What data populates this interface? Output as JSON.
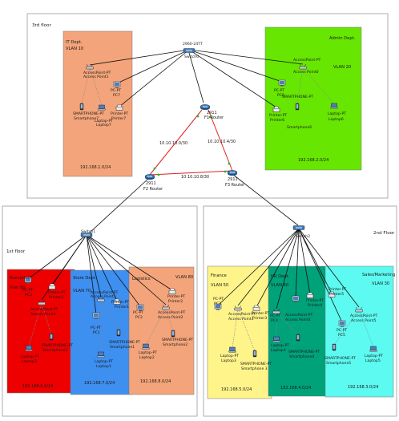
{
  "floors": {
    "third": "3rd floor",
    "first": "1st floor",
    "second": "2nd Floor"
  },
  "zones": [
    {
      "id": "itdept",
      "labels": [
        "IT Dept.",
        "VLAN 10"
      ],
      "subnet": "192.168.1.0/24",
      "color": "#f4a47a"
    },
    {
      "id": "admin",
      "labels": [
        "Admin Dept.",
        "VLAN 20"
      ],
      "subnet": "192.168.2.0/24",
      "color": "#66e600"
    },
    {
      "id": "reception",
      "labels": [
        "Reception",
        "Vlan 60"
      ],
      "subnet": "192.168.6.0/24",
      "color": "#ee0000"
    },
    {
      "id": "store",
      "labels": [
        "Store Dept.",
        "VLAN 70"
      ],
      "subnet": "192.168.7.0/24",
      "color": "#3d8ff0"
    },
    {
      "id": "logistics",
      "labels": [
        "Logistics",
        "VLAN 80"
      ],
      "subnet": "192.168.8.0/24",
      "color": "#f4a47a"
    },
    {
      "id": "finance",
      "labels": [
        "Finance",
        "VLAN 50"
      ],
      "subnet": "192.168.5.0/24",
      "color": "#fff48a"
    },
    {
      "id": "hr",
      "labels": [
        "HR Dept.",
        "VLAN 40"
      ],
      "subnet": "192.168.4.0/24",
      "color": "#00a27a"
    },
    {
      "id": "sales",
      "labels": [
        "Sales/Marketing",
        "VLAN 30"
      ],
      "subnet": "192.168.3.0/24",
      "color": "#5cfaf0"
    }
  ],
  "routers": [
    {
      "id": "F1",
      "labels": [
        "2911",
        "F1 Router"
      ]
    },
    {
      "id": "F2",
      "labels": [
        "2911",
        "F2 Router"
      ]
    },
    {
      "id": "F3",
      "labels": [
        "2911",
        "F3 Router"
      ]
    }
  ],
  "links": [
    "10.10.10.0/30",
    "10.10.10.4/30",
    "10.10.10.8/30"
  ],
  "switches": [
    {
      "id": "sw0",
      "labels": [
        "2960-24TT",
        "Switch0"
      ]
    },
    {
      "id": "sw1",
      "labels": [
        "Switch1"
      ]
    },
    {
      "id": "sw2",
      "labels": [
        "Switch2"
      ]
    }
  ],
  "devices": {
    "it": [
      {
        "id": "it-ap",
        "labels": [
          "AccessPoint-PT",
          "Access Point1"
        ]
      },
      {
        "id": "it-pc",
        "labels": [
          "PC-PT",
          "PC7"
        ]
      },
      {
        "id": "it-printer",
        "labels": [
          "Printer-PT",
          "Printer7"
        ]
      },
      {
        "id": "it-laptop",
        "labels": [
          "Laptop-PT",
          "Laptop7"
        ]
      },
      {
        "id": "it-phone",
        "labels": [
          "SMARTPHONE-PT",
          "Smartphone7"
        ]
      }
    ],
    "admin": [
      {
        "id": "ad-ap",
        "labels": [
          "AccessPoint-PT",
          "Access Point0"
        ]
      },
      {
        "id": "ad-pc",
        "labels": [
          "PC-PT",
          "PC6"
        ]
      },
      {
        "id": "ad-printer",
        "labels": [
          "Printer-PT",
          "Printer6"
        ]
      },
      {
        "id": "ad-phone",
        "labels": [
          "SMARTPHONE-PT",
          "Smartphone6"
        ]
      },
      {
        "id": "ad-laptop",
        "labels": [
          "Laptop-PT",
          "Laptop6"
        ]
      }
    ],
    "reception": [
      {
        "id": "re-pc",
        "labels": [
          "PC-PT",
          "PC3"
        ]
      },
      {
        "id": "re-printer",
        "labels": [
          "Printer-PT",
          "Printer3"
        ]
      },
      {
        "id": "re-ap",
        "labels": [
          "AccessPoint-PT",
          "Access Point3"
        ]
      },
      {
        "id": "re-laptop",
        "labels": [
          "Laptop-PT",
          "Laptop3"
        ]
      },
      {
        "id": "re-phone",
        "labels": [
          "SMARTPHONE-PT",
          "Smartphone3"
        ]
      }
    ],
    "store": [
      {
        "id": "st-ap",
        "labels": [
          "AccessPoint-PT",
          "Access Point1"
        ]
      },
      {
        "id": "st-printer",
        "labels": [
          "Printer-PT",
          "Printer1"
        ]
      },
      {
        "id": "st-pc",
        "labels": [
          "PC-PT",
          "PC1"
        ]
      },
      {
        "id": "st-laptop",
        "labels": [
          "Laptop-PT",
          "Laptop1"
        ]
      },
      {
        "id": "st-phone",
        "labels": [
          "SMARTPHONE-PT",
          "Smartphone1"
        ]
      }
    ],
    "logistics": [
      {
        "id": "lo-printer",
        "labels": [
          "Printer-PT",
          "Printer2"
        ]
      },
      {
        "id": "lo-pc",
        "labels": [
          "PC-PT",
          "PC2"
        ]
      },
      {
        "id": "lo-ap",
        "labels": [
          "AccessPoint-PT",
          "Access Point2"
        ]
      },
      {
        "id": "lo-laptop",
        "labels": [
          "Laptop-PT",
          "Laptop2"
        ]
      },
      {
        "id": "lo-phone",
        "labels": [
          "SMARTPHONE-PT",
          "Smartphone2"
        ]
      }
    ],
    "finance": [
      {
        "id": "fi-pc",
        "labels": [
          "PC-PT",
          "PC3"
        ]
      },
      {
        "id": "fi-ap",
        "labels": [
          "AccessPoint-PT",
          "Access Point3"
        ]
      },
      {
        "id": "fi-printer",
        "labels": [
          "Printer-PT",
          "Printer3"
        ]
      },
      {
        "id": "fi-laptop",
        "labels": [
          "Laptop-PT",
          "Laptop3"
        ]
      },
      {
        "id": "fi-phone",
        "labels": [
          "SMARTPHONE-PT",
          "Smartphone 3"
        ]
      }
    ],
    "hr": [
      {
        "id": "hr-pc",
        "labels": [
          "PC-PT",
          "PC4"
        ]
      },
      {
        "id": "hr-ap",
        "labels": [
          "AccessPoint-PT",
          "Access Point4"
        ]
      },
      {
        "id": "hr-printer",
        "labels": [
          "Printer-PT",
          "Printer4"
        ]
      },
      {
        "id": "hr-laptop",
        "labels": [
          "Laptop-PT",
          "Laptop4"
        ]
      },
      {
        "id": "hr-phone",
        "labels": [
          "SMARTPHONE-PT",
          "Smartphone4"
        ]
      }
    ],
    "sales": [
      {
        "id": "sa-printer",
        "labels": [
          "Printer-PT",
          "Printer5"
        ]
      },
      {
        "id": "sa-ap",
        "labels": [
          "AccessPoint-PT",
          "Access Point5"
        ]
      },
      {
        "id": "sa-pc",
        "labels": [
          "PC-PT",
          "PC5"
        ]
      },
      {
        "id": "sa-phone",
        "labels": [
          "SMARTPHONE-PT",
          "Smartphone5"
        ]
      },
      {
        "id": "sa-laptop",
        "labels": [
          "Laptop-PT",
          "Laptop5"
        ]
      }
    ]
  },
  "colors": {
    "cable": "#111111",
    "serial": "#e02020",
    "wireless": "#8a8a8a",
    "port": "#22bb22",
    "device": "#3a6aa8"
  }
}
